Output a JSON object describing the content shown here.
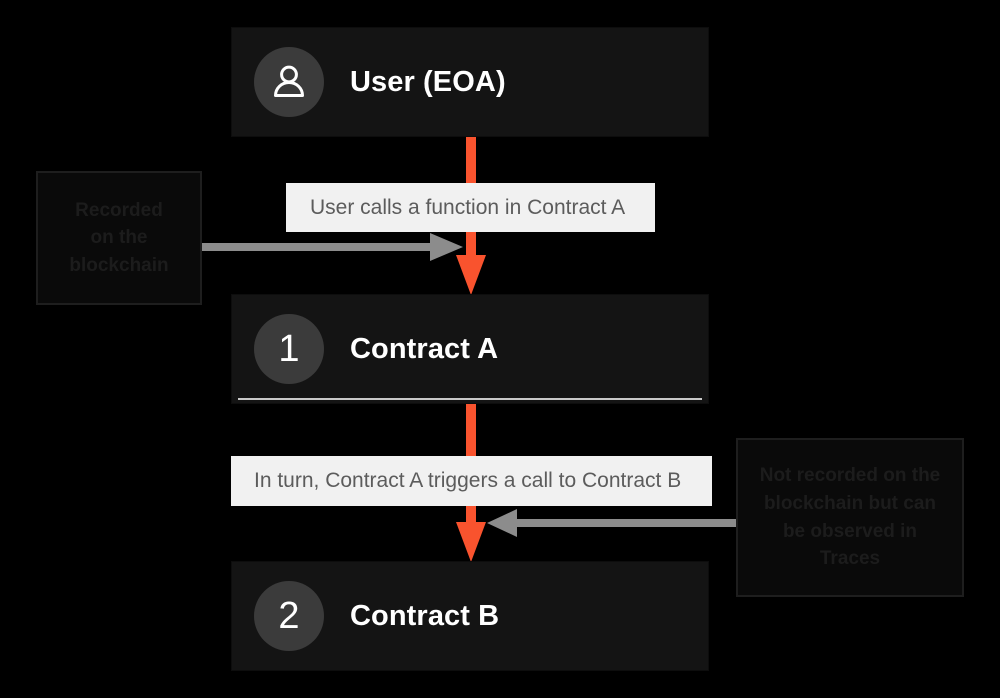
{
  "diagram": {
    "title": "Contract call flow",
    "background_color": "#000000",
    "accent_color": "#f9532e",
    "node_color": "#141414",
    "badge_color": "#3b3b3b",
    "label_box_color": "#f1f1f1",
    "label_text_color": "#5c5c5c",
    "connector_color": "#8c8c8c"
  },
  "nodes": [
    {
      "id": "user",
      "badge": "person-icon",
      "label": "User (EOA)"
    },
    {
      "id": "contract_a",
      "badge": "1",
      "label": "Contract A"
    },
    {
      "id": "contract_b",
      "badge": "2",
      "label": "Contract B"
    }
  ],
  "flow_labels": [
    {
      "id": "step1",
      "text": "User calls a function in Contract A"
    },
    {
      "id": "step2",
      "text": "In turn, Contract A triggers a call to Contract B"
    }
  ],
  "notes": [
    {
      "id": "note_left",
      "lines": [
        "Recorded",
        "on the",
        "blockchain"
      ],
      "text": "Recorded on the blockchain"
    },
    {
      "id": "note_right",
      "lines": [
        "Not recorded on the",
        "blockchain but can",
        "be observed in",
        "Traces"
      ],
      "text": "Not recorded on the blockchain but can be observed in Traces"
    }
  ],
  "connectors": [
    {
      "id": "user_to_contract_a",
      "direction": "down",
      "color": "#f9532e"
    },
    {
      "id": "contract_a_to_contract_b",
      "direction": "down",
      "color": "#f9532e"
    },
    {
      "id": "note_left_pointer",
      "direction": "right",
      "color": "#8c8c8c"
    },
    {
      "id": "note_right_pointer",
      "direction": "left",
      "color": "#8c8c8c"
    }
  ]
}
